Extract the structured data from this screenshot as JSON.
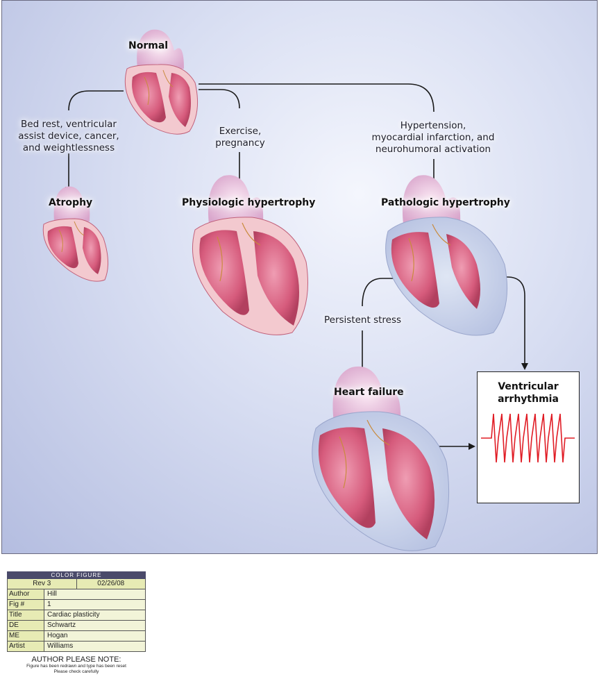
{
  "diagram": {
    "stages": {
      "normal": "Normal",
      "atrophy": "Atrophy",
      "physiologic": "Physiologic hypertrophy",
      "pathologic": "Pathologic hypertrophy",
      "heart_failure": "Heart failure"
    },
    "triggers": {
      "atrophy": [
        "Bed rest, ventricular",
        "assist device, cancer,",
        "and weightlessness"
      ],
      "physiologic": [
        "Exercise,",
        "pregnancy"
      ],
      "pathologic": [
        "Hypertension,",
        "myocardial infarction, and",
        "neurohumoral activation"
      ],
      "failure": "Persistent stress"
    },
    "outcome_box": {
      "title_line1": "Ventricular",
      "title_line2": "arrhythmia"
    },
    "colors": {
      "heart_muscle": "#d9607f",
      "heart_chamber": "#e98aa3",
      "heart_wall_light": "#f3c9cf",
      "ecg_trace": "#e01b24",
      "arrow": "#1a1a1a"
    }
  },
  "form": {
    "header": "COLOR FIGURE",
    "revision": "Rev 3",
    "date": "02/26/08",
    "rows": [
      {
        "key": "Author",
        "value": "Hill"
      },
      {
        "key": "Fig #",
        "value": "1"
      },
      {
        "key": "Title",
        "value": "Cardiac plasticity"
      },
      {
        "key": "DE",
        "value": "Schwartz"
      },
      {
        "key": "ME",
        "value": "Hogan"
      },
      {
        "key": "Artist",
        "value": "Williams"
      }
    ],
    "note_title": "AUTHOR PLEASE NOTE:",
    "note_line1": "Figure has been redrawn and type has been reset",
    "note_line2": "Please check carefully"
  }
}
